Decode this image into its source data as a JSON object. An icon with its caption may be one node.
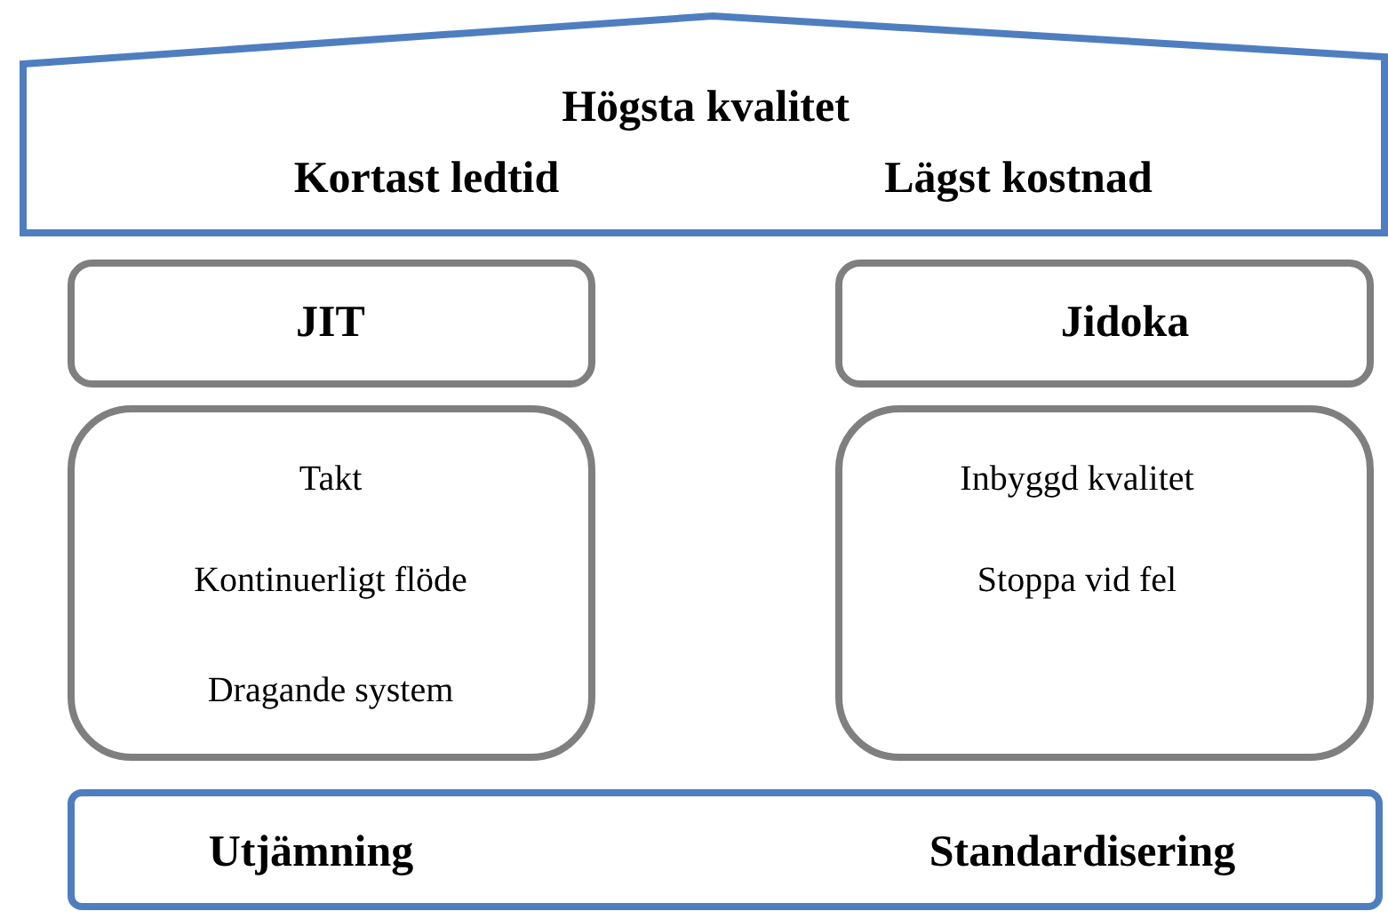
{
  "diagram": {
    "nodes": [
      {
        "text": [
          "Högsta kvalitet",
          "Kortast ledtid",
          "Lägst kostnad"
        ]
      },
      {
        "text": [
          "JIT"
        ]
      },
      {
        "text": [
          "Takt",
          "Kontinuerligt flöde",
          "Dragande system"
        ]
      },
      {
        "text": [
          "Jidoka"
        ]
      },
      {
        "text": [
          "Inbyggd kvalitet",
          "Stoppa vid fel"
        ]
      },
      {
        "text": [
          "Utjämning",
          "Standardisering"
        ]
      }
    ],
    "edges": []
  }
}
